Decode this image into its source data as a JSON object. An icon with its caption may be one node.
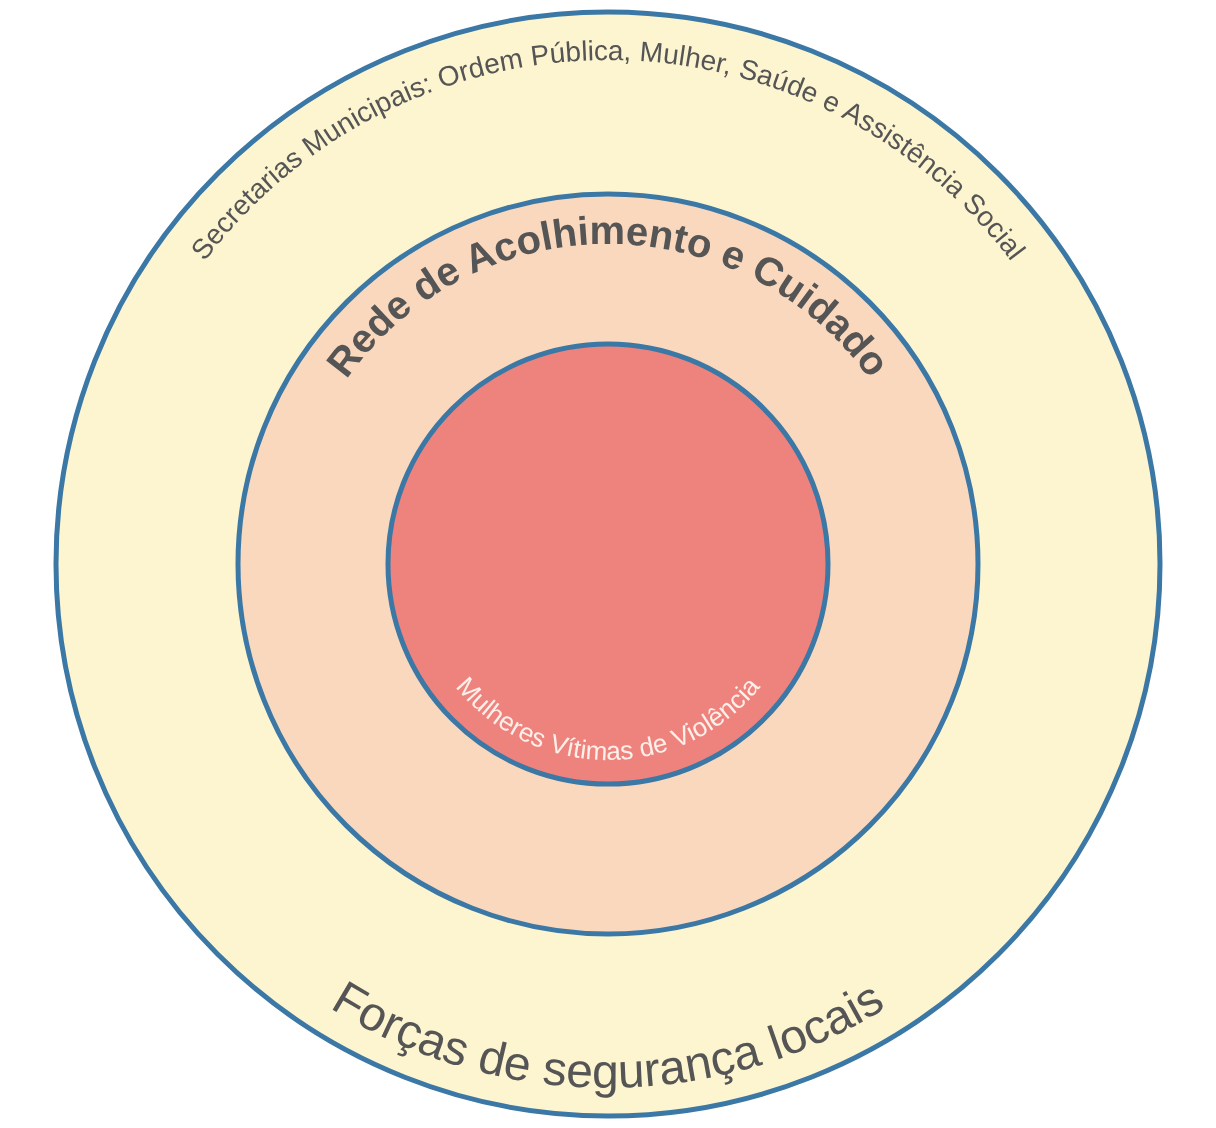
{
  "diagram": {
    "nodes": [
      {
        "text": [
          "Secretarias Municipais: Ordem Pública, Mulher, Saúde e Assistência Social",
          "Forças de segurança locais"
        ]
      },
      {
        "text": [
          "Rede de Acolhimento e Cuidado"
        ],
        "in": 0
      },
      {
        "text": [
          "Mulheres Vítimas de Violência"
        ],
        "in": 1
      }
    ]
  }
}
